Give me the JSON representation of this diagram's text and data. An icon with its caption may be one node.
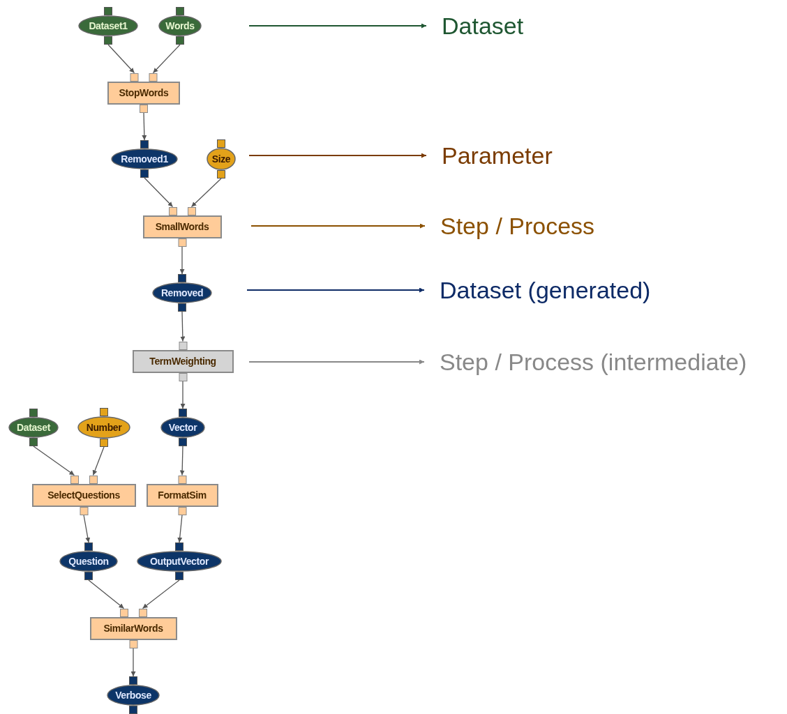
{
  "diagram": {
    "nodes": [
      {
        "text": [
          "Dataset1"
        ]
      },
      {
        "text": [
          "Words"
        ]
      },
      {
        "text": [
          "StopWords"
        ]
      },
      {
        "text": [
          "Removed1"
        ]
      },
      {
        "text": [
          "Size"
        ]
      },
      {
        "text": [
          "SmallWords"
        ]
      },
      {
        "text": [
          "Removed"
        ]
      },
      {
        "text": [
          "TermWeighting"
        ]
      },
      {
        "text": [
          "Dataset"
        ]
      },
      {
        "text": [
          "Number"
        ]
      },
      {
        "text": [
          "Vector"
        ]
      },
      {
        "text": [
          "SelectQuestions"
        ]
      },
      {
        "text": [
          "FormatSim"
        ]
      },
      {
        "text": [
          "Question"
        ]
      },
      {
        "text": [
          "OutputVector"
        ]
      },
      {
        "text": [
          "SimilarWords"
        ]
      },
      {
        "text": [
          "Verbose"
        ]
      },
      {
        "text": [
          "Dataset"
        ]
      },
      {
        "text": [
          "Parameter"
        ]
      },
      {
        "text": [
          "Step / Process"
        ]
      },
      {
        "text": [
          "Dataset (generated)"
        ]
      },
      {
        "text": [
          "Step / Process (intermediate)"
        ]
      }
    ],
    "edges": [
      {
        "from": 0,
        "to": 2,
        "arrow": "to"
      },
      {
        "from": 1,
        "to": 2,
        "arrow": "to"
      },
      {
        "from": 2,
        "to": 3,
        "arrow": "to"
      },
      {
        "from": 3,
        "to": 5,
        "arrow": "to"
      },
      {
        "from": 4,
        "to": 5,
        "arrow": "to"
      },
      {
        "from": 5,
        "to": 6,
        "arrow": "to"
      },
      {
        "from": 6,
        "to": 7,
        "arrow": "to"
      },
      {
        "from": 7,
        "to": 10,
        "arrow": "to"
      },
      {
        "from": 8,
        "to": 11,
        "arrow": "to"
      },
      {
        "from": 9,
        "to": 11,
        "arrow": "to"
      },
      {
        "from": 10,
        "to": 12,
        "arrow": "to"
      },
      {
        "from": 11,
        "to": 13,
        "arrow": "to"
      },
      {
        "from": 12,
        "to": 14,
        "arrow": "to"
      },
      {
        "from": 13,
        "to": 15,
        "arrow": "to"
      },
      {
        "from": 14,
        "to": 15,
        "arrow": "to"
      },
      {
        "from": 15,
        "to": 16,
        "arrow": "to"
      },
      {
        "from": null,
        "to": 17,
        "arrow": "to",
        "color": "#1e5631"
      },
      {
        "from": null,
        "to": 18,
        "arrow": "to",
        "color": "#7a3b00"
      },
      {
        "from": null,
        "to": 19,
        "arrow": "to",
        "color": "#8b5000"
      },
      {
        "from": null,
        "to": 20,
        "arrow": "to",
        "color": "#0d2a66"
      },
      {
        "from": null,
        "to": 21,
        "arrow": "to",
        "color": "#888888"
      }
    ]
  }
}
